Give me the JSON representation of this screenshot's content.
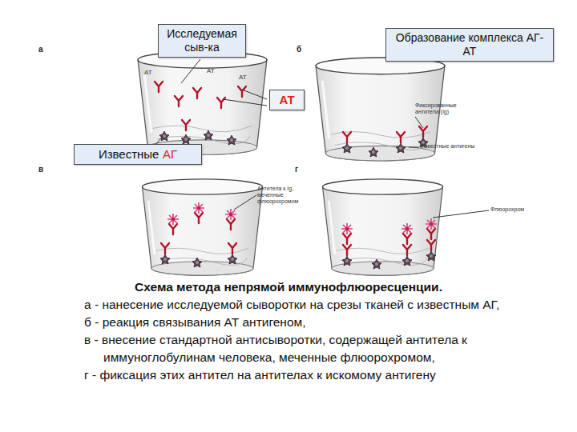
{
  "diagram": {
    "caption": "Схема метода непрямой иммунофлюоресценции.",
    "nodes": [
      {
        "text": [
          "Исследуемая сыв-ка"
        ]
      },
      {
        "text": [
          "Образование комплекса АГ-АТ"
        ]
      },
      {
        "text": [
          "АТ"
        ]
      },
      {
        "text": [
          "Известные",
          "АГ"
        ]
      }
    ],
    "labels": [
      "а",
      "б",
      "в",
      "г",
      "АТ",
      "АТ",
      "АТ",
      "Фиксированные антитела (Ig)",
      "Известные антигены",
      "Антитела к Ig, меченные флюорохромом",
      "Флюорохром",
      "а - нанесение исследуемой сыворотки на срезы тканей с известным АГ,",
      "б - реакция связывания АТ антигеном,",
      "в - внесение стандартной антисыворотки, содержащей антитела к иммуноглобулинам человека, меченные флюорохромом,",
      "г - фиксация этих антител на антителах к искомому антигену"
    ]
  }
}
